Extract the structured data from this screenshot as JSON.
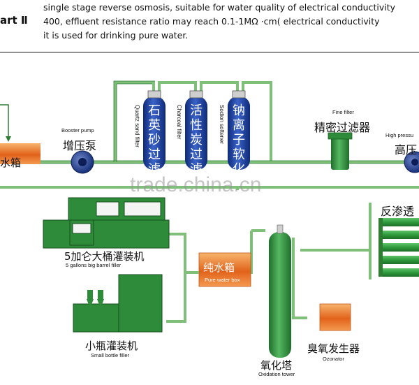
{
  "header": {
    "part_label": "art Ⅱ",
    "lines": [
      "single stage reverse osmosis, suitable for water quality of electrical conductivity",
      "400, effluent resistance ratio may reach 0.1-1MΩ ·cm( electrical conductivity",
      "it is used for drinking pure water."
    ]
  },
  "tank_left": {
    "cn": "水箱"
  },
  "booster_pump": {
    "en": "Booster pump",
    "cn": "增压泵"
  },
  "filters": [
    {
      "cn": "石英砂过滤",
      "en": "Quartz sand filter"
    },
    {
      "cn": "活性炭过滤",
      "en": "Charcoal filter"
    },
    {
      "cn": "钠离子软化",
      "en": "Sodion softener"
    }
  ],
  "fine_filter": {
    "en": "Fine filter",
    "cn": "精密过滤器"
  },
  "high_pressure": {
    "en": "High pressu",
    "cn": "高压"
  },
  "watermark": "trade.china.cn",
  "ro": {
    "cn": "反渗透"
  },
  "barrel_filler": {
    "cn": "5加仑大桶灌装机",
    "en": "5 gallons big barrel filler"
  },
  "pure_water_box": {
    "cn": "纯水箱",
    "en": "Pure water box"
  },
  "small_filler": {
    "cn": "小瓶灌装机",
    "en": "Small bottle filler"
  },
  "ozonator": {
    "cn": "臭氧发生器",
    "en": "Ozonator"
  },
  "oxidation_tower": {
    "cn": "氧化塔",
    "en": "Oxidation tower"
  },
  "colors": {
    "pipe": "#7fbf7a",
    "pipe_dark": "#2f7d32",
    "vessel_blue": "#1a3f9e",
    "orange": "#e56a1c",
    "machine_green": "#2e8b3a"
  }
}
